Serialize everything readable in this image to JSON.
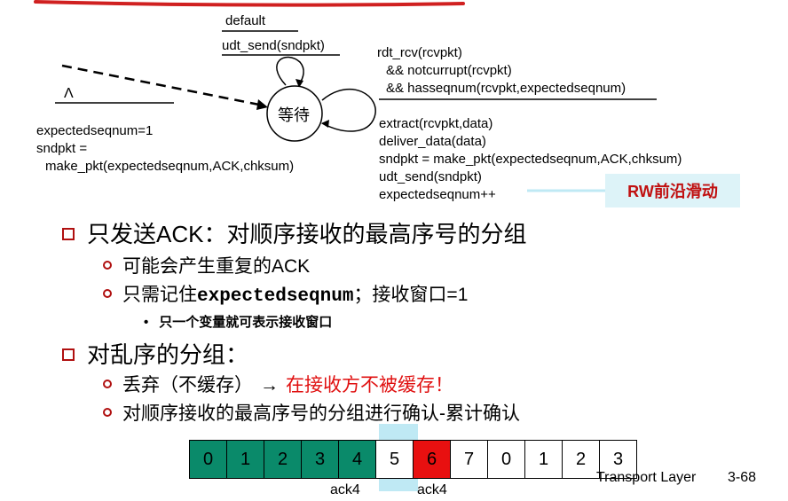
{
  "fsm": {
    "default_label": "default",
    "udt_send": "udt_send(sndpkt)",
    "lambda": "Λ",
    "state": "等待",
    "init_lines": [
      "expectedseqnum=1",
      "sndpkt =",
      "  make_pkt(expectedseqnum,ACK,chksum)"
    ],
    "cond_lines": [
      "rdt_rcv(rcvpkt)",
      "  && notcurrupt(rcvpkt)",
      "  && hasseqnum(rcvpkt,expectedseqnum)"
    ],
    "action_lines": [
      "extract(rcvpkt,data)",
      "deliver_data(data)",
      "sndpkt = make_pkt(expectedseqnum,ACK,chksum)",
      "udt_send(sndpkt)",
      "expectedseqnum++"
    ]
  },
  "callout": "RW前沿滑动",
  "bullets": {
    "b1": "只发送ACK：对顺序接收的最高序号的分组",
    "b1_1": "可能会产生重复的ACK",
    "b1_2_prefix": "只需记住",
    "b1_2_code": "expectedseqnum",
    "b1_2_suffix": "；接收窗口=1",
    "b1_2_1": "只一个变量就可表示接收窗口",
    "b2": "对乱序的分组：",
    "b2_1_prefix": "丢弃（不缓存）",
    "b2_1_arrow": "→",
    "b2_1_red": "在接收方不被缓存！",
    "b2_2": "对顺序接收的最高序号的分组进行确认-累计确认"
  },
  "sequence": {
    "cells": [
      "0",
      "1",
      "2",
      "3",
      "4",
      "5",
      "6",
      "7",
      "0",
      "1",
      "2",
      "3"
    ],
    "ack_labels": [
      "ack4",
      "ack4"
    ]
  },
  "colors": {
    "acked": "#0a8a6a",
    "lost": "#e81010",
    "window": "#bfe9f4",
    "red_rule": "#d02020"
  },
  "footer": {
    "text": "Transport Layer",
    "page": "3-68"
  }
}
